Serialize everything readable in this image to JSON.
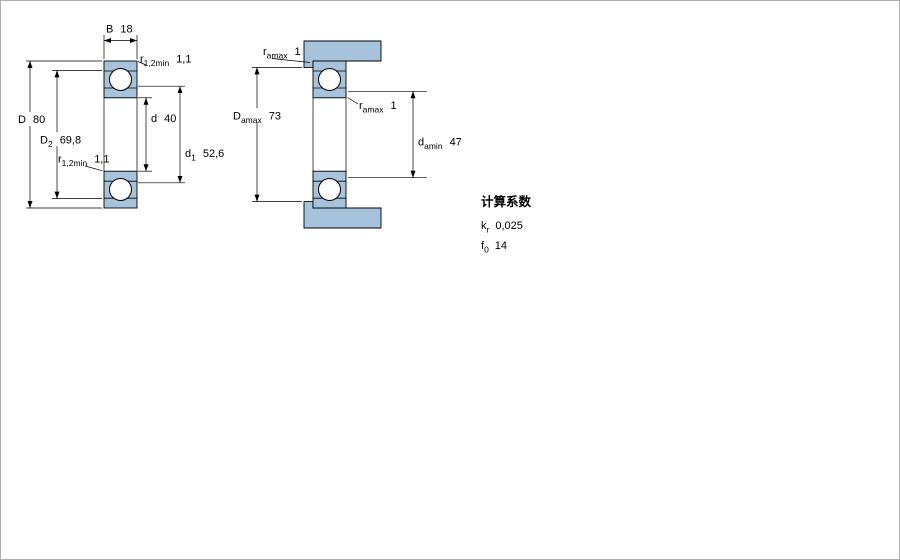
{
  "colors": {
    "bearing_fill": "#a6c3db",
    "outline": "#000000",
    "frame_border": "#b0b0b0"
  },
  "left_view": {
    "dims": {
      "B": {
        "symbol": "B",
        "value": "18"
      },
      "r12_top": {
        "symbol": "r",
        "sub": "1,2min",
        "value": "1,1"
      },
      "D": {
        "symbol": "D",
        "value": "80"
      },
      "D2": {
        "symbol": "D",
        "sub": "2",
        "value": "69,8"
      },
      "d": {
        "symbol": "d",
        "value": "40"
      },
      "d1": {
        "symbol": "d",
        "sub": "1",
        "value": "52,6"
      },
      "r12_bottom": {
        "symbol": "r",
        "sub": "1,2min",
        "value": "1,1"
      }
    }
  },
  "right_view": {
    "dims": {
      "ra_top": {
        "symbol": "r",
        "sub": "amax",
        "value": "1"
      },
      "Da": {
        "symbol": "D",
        "sub": "amax",
        "value": "73"
      },
      "ra_mid": {
        "symbol": "r",
        "sub": "amax",
        "value": "1"
      },
      "da": {
        "symbol": "d",
        "sub": "amin",
        "value": "47"
      }
    }
  },
  "calculation_factors": {
    "title": "计算系数",
    "rows": [
      {
        "symbol": "k",
        "sub": "r",
        "value": "0,025"
      },
      {
        "symbol": "f",
        "sub": "0",
        "value": "14"
      }
    ]
  }
}
